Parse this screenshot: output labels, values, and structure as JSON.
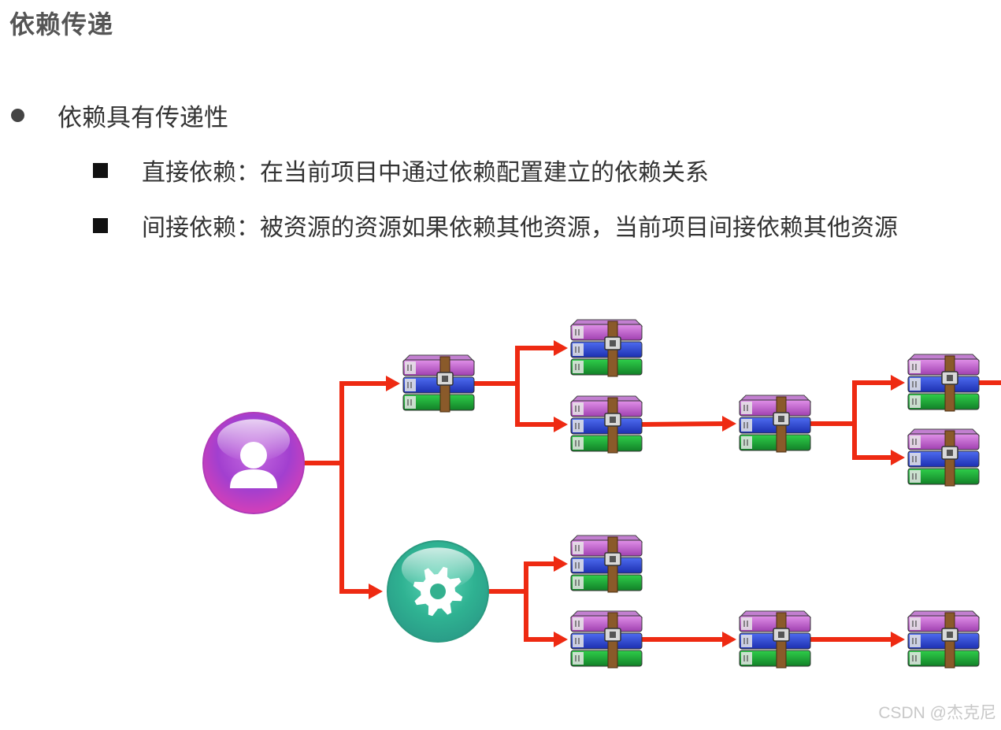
{
  "title": "依赖传递",
  "bullets": {
    "main": "依赖具有传递性",
    "direct": "直接依赖：在当前项目中通过依赖配置建立的依赖关系",
    "indirect": "间接依赖：被资源的资源如果依赖其他资源，当前项目间接依赖其他资源"
  },
  "diagram": {
    "nodes": [
      {
        "id": "user",
        "kind": "user-circle",
        "icon": "user-icon"
      },
      {
        "id": "gear",
        "kind": "gear-circle",
        "icon": "gear-icon"
      },
      {
        "id": "a1",
        "kind": "archive",
        "icon": "archive-icon"
      },
      {
        "id": "a2",
        "kind": "archive",
        "icon": "archive-icon"
      },
      {
        "id": "a3",
        "kind": "archive",
        "icon": "archive-icon"
      },
      {
        "id": "a4",
        "kind": "archive",
        "icon": "archive-icon"
      },
      {
        "id": "a5",
        "kind": "archive",
        "icon": "archive-icon"
      },
      {
        "id": "a6",
        "kind": "archive",
        "icon": "archive-icon"
      },
      {
        "id": "b1",
        "kind": "archive",
        "icon": "archive-icon"
      },
      {
        "id": "b2",
        "kind": "archive",
        "icon": "archive-icon"
      },
      {
        "id": "b3",
        "kind": "archive",
        "icon": "archive-icon"
      },
      {
        "id": "b4",
        "kind": "archive",
        "icon": "archive-icon"
      }
    ],
    "edges": [
      [
        "user",
        "a1"
      ],
      [
        "user",
        "gear"
      ],
      [
        "a1",
        "a2"
      ],
      [
        "a1",
        "a3"
      ],
      [
        "a3",
        "a4"
      ],
      [
        "a4",
        "a5"
      ],
      [
        "a4",
        "a6"
      ],
      [
        "gear",
        "b1"
      ],
      [
        "gear",
        "b2"
      ],
      [
        "b2",
        "b3"
      ],
      [
        "b3",
        "b4"
      ]
    ],
    "arrow_color": "#ee2a12"
  },
  "watermark": "CSDN @杰克尼"
}
